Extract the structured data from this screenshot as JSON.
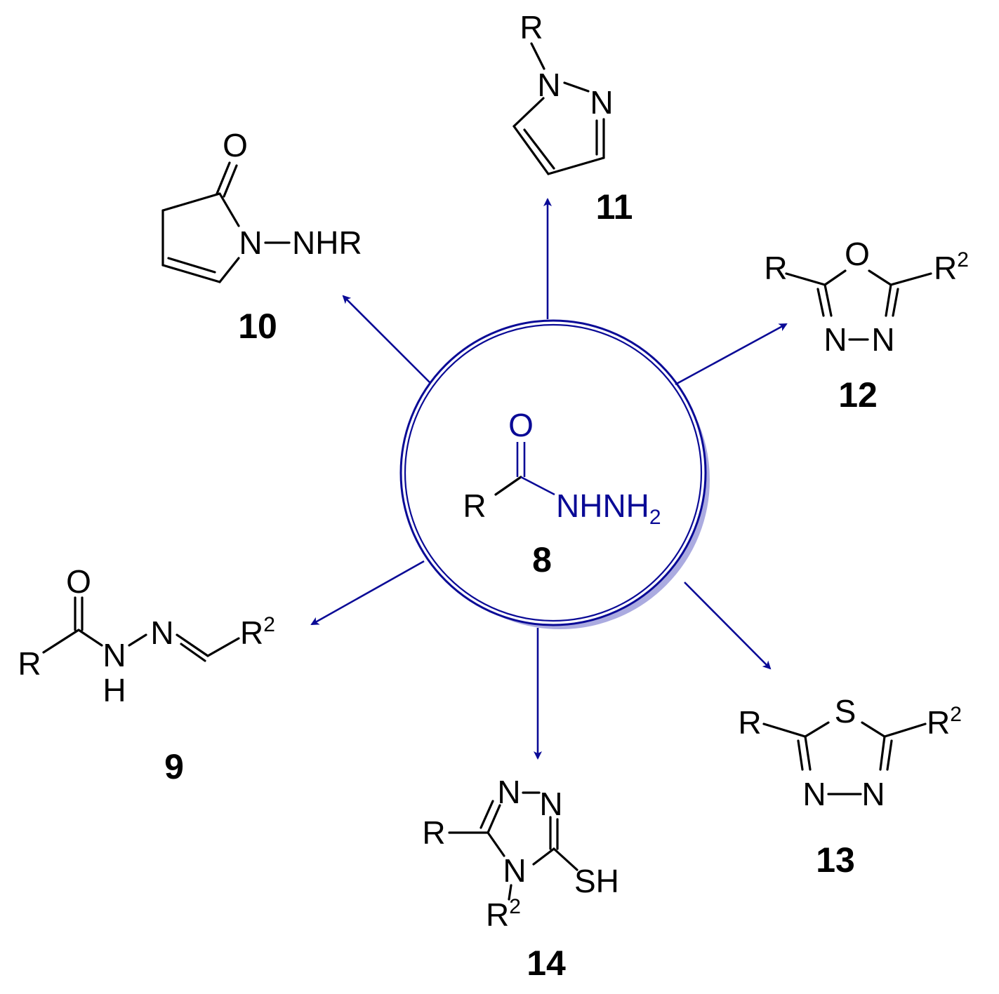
{
  "colors": {
    "accent": "#0a0a96",
    "shadow": "#8f8fd6",
    "bond": "#000000"
  },
  "center": {
    "atoms": {
      "O": "O",
      "R": "R",
      "NHNH": "NHNH",
      "sub": "2"
    },
    "number": "8"
  },
  "compounds": {
    "c9": {
      "number": "9",
      "atoms": {
        "O": "O",
        "R": "R",
        "N": "N",
        "NH_N": "N",
        "NH_H": "H",
        "R2": "R",
        "sup": "2"
      }
    },
    "c10": {
      "number": "10",
      "atoms": {
        "O": "O",
        "N": "N",
        "NHR": "NHR"
      }
    },
    "c11": {
      "number": "11",
      "atoms": {
        "R": "R",
        "N1": "N",
        "N2": "N"
      }
    },
    "c12": {
      "number": "12",
      "atoms": {
        "R": "R",
        "O": "O",
        "R2": "R",
        "sup": "2",
        "N1": "N",
        "N2": "N"
      }
    },
    "c13": {
      "number": "13",
      "atoms": {
        "R": "R",
        "S": "S",
        "R2": "R",
        "sup": "2",
        "N1": "N",
        "N2": "N"
      }
    },
    "c14": {
      "number": "14",
      "atoms": {
        "N1": "N",
        "N2": "N",
        "R": "R",
        "N4": "N",
        "SH": "SH",
        "R2": "R",
        "sup": "2"
      }
    }
  }
}
